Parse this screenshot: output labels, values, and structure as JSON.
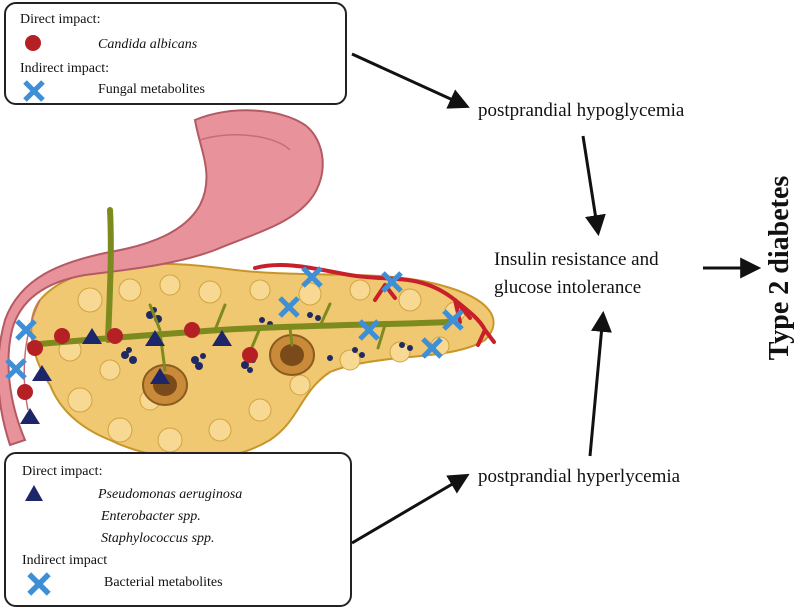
{
  "fungal_box": {
    "direct_label": "Direct impact:",
    "direct_item": "Candida albicans",
    "indirect_label": "Indirect impact:",
    "indirect_item": "Fungal metabolites"
  },
  "bacterial_box": {
    "direct_label": "Direct impact:",
    "direct_items": [
      "Pseudomonas aeruginosa",
      "Enterobacter spp.",
      "Staphylococcus spp."
    ],
    "indirect_label": "Indirect impact",
    "indirect_item": "Bacterial metabolites"
  },
  "flow": {
    "hypo": "postprandial hypoglycemia",
    "hyper": "postprandial hyperlycemia",
    "center_line1": "Insulin resistance and",
    "center_line2": "glucose intolerance",
    "outcome": "Type 2 diabetes"
  },
  "legend": {
    "fungus_color": "#b52025",
    "bacteria_color": "#1d2668",
    "metabolite_color": "#3f8fd6"
  },
  "illustration": {
    "organs": [
      "stomach",
      "duodenum",
      "pancreas",
      "pancreatic-duct",
      "splenic-artery"
    ]
  }
}
